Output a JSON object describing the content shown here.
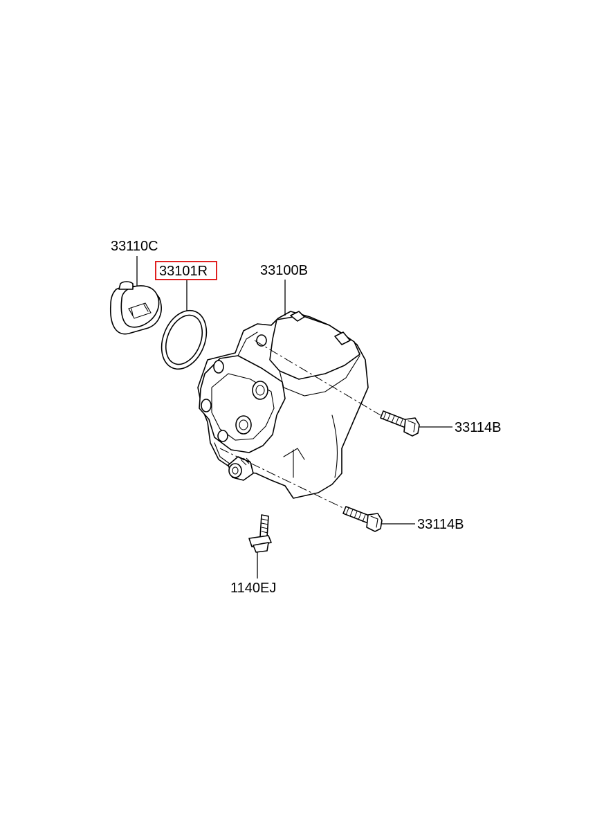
{
  "diagram": {
    "colors": {
      "line": "#000000",
      "highlight": "#e02020",
      "background": "#ffffff"
    },
    "labels": {
      "cover_cap": "33110C",
      "o_ring": "33101R",
      "pump_body": "33100B",
      "bolt_upper": "33114B",
      "bolt_lower": "33114B",
      "flange_bolt": "1140EJ"
    },
    "highlighted_part": "33101R"
  }
}
